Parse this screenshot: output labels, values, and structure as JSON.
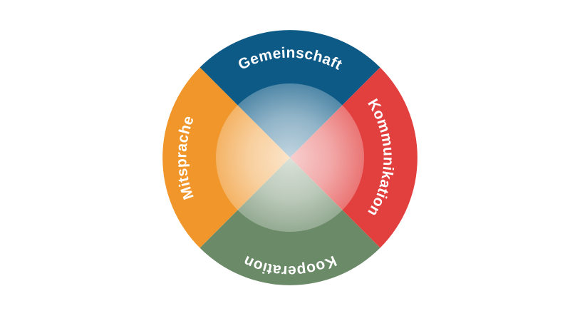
{
  "diagram": {
    "segments": [
      {
        "label": "Gemeinschaft",
        "color": "#0d5a86"
      },
      {
        "label": "Kommunikation",
        "color": "#e2403f"
      },
      {
        "label": "Kooperation",
        "color": "#6b8a68"
      },
      {
        "label": "Mitsprache",
        "color": "#f0962a"
      }
    ],
    "center_color": "#ffffff"
  }
}
